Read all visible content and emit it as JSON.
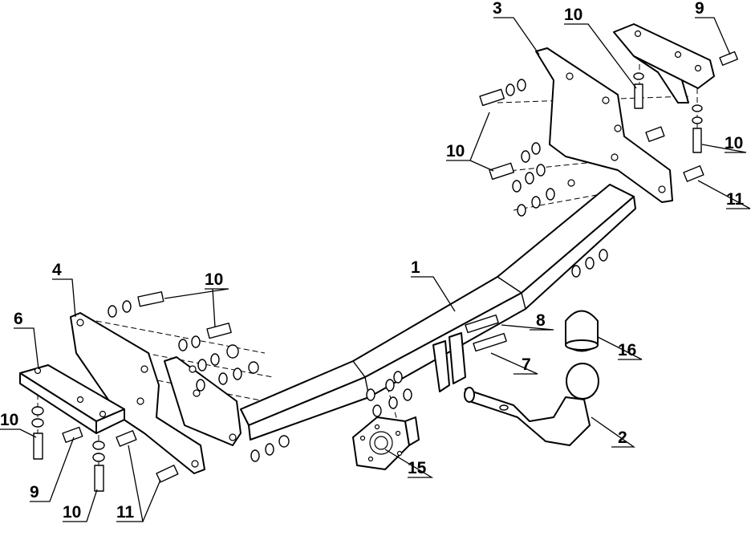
{
  "diagram": {
    "callouts": [
      {
        "id": "c1",
        "text": "1"
      },
      {
        "id": "c2",
        "text": "2"
      },
      {
        "id": "c3",
        "text": "3"
      },
      {
        "id": "c4",
        "text": "4"
      },
      {
        "id": "c6",
        "text": "6"
      },
      {
        "id": "c7",
        "text": "7"
      },
      {
        "id": "c8",
        "text": "8"
      },
      {
        "id": "c9a",
        "text": "9"
      },
      {
        "id": "c9b",
        "text": "9"
      },
      {
        "id": "c10a",
        "text": "10"
      },
      {
        "id": "c10b",
        "text": "10"
      },
      {
        "id": "c10c",
        "text": "10"
      },
      {
        "id": "c10d",
        "text": "10"
      },
      {
        "id": "c10e",
        "text": "10"
      },
      {
        "id": "c10f",
        "text": "10"
      },
      {
        "id": "c11a",
        "text": "11"
      },
      {
        "id": "c11b",
        "text": "11"
      },
      {
        "id": "c15",
        "text": "15"
      },
      {
        "id": "c16",
        "text": "16"
      }
    ]
  }
}
